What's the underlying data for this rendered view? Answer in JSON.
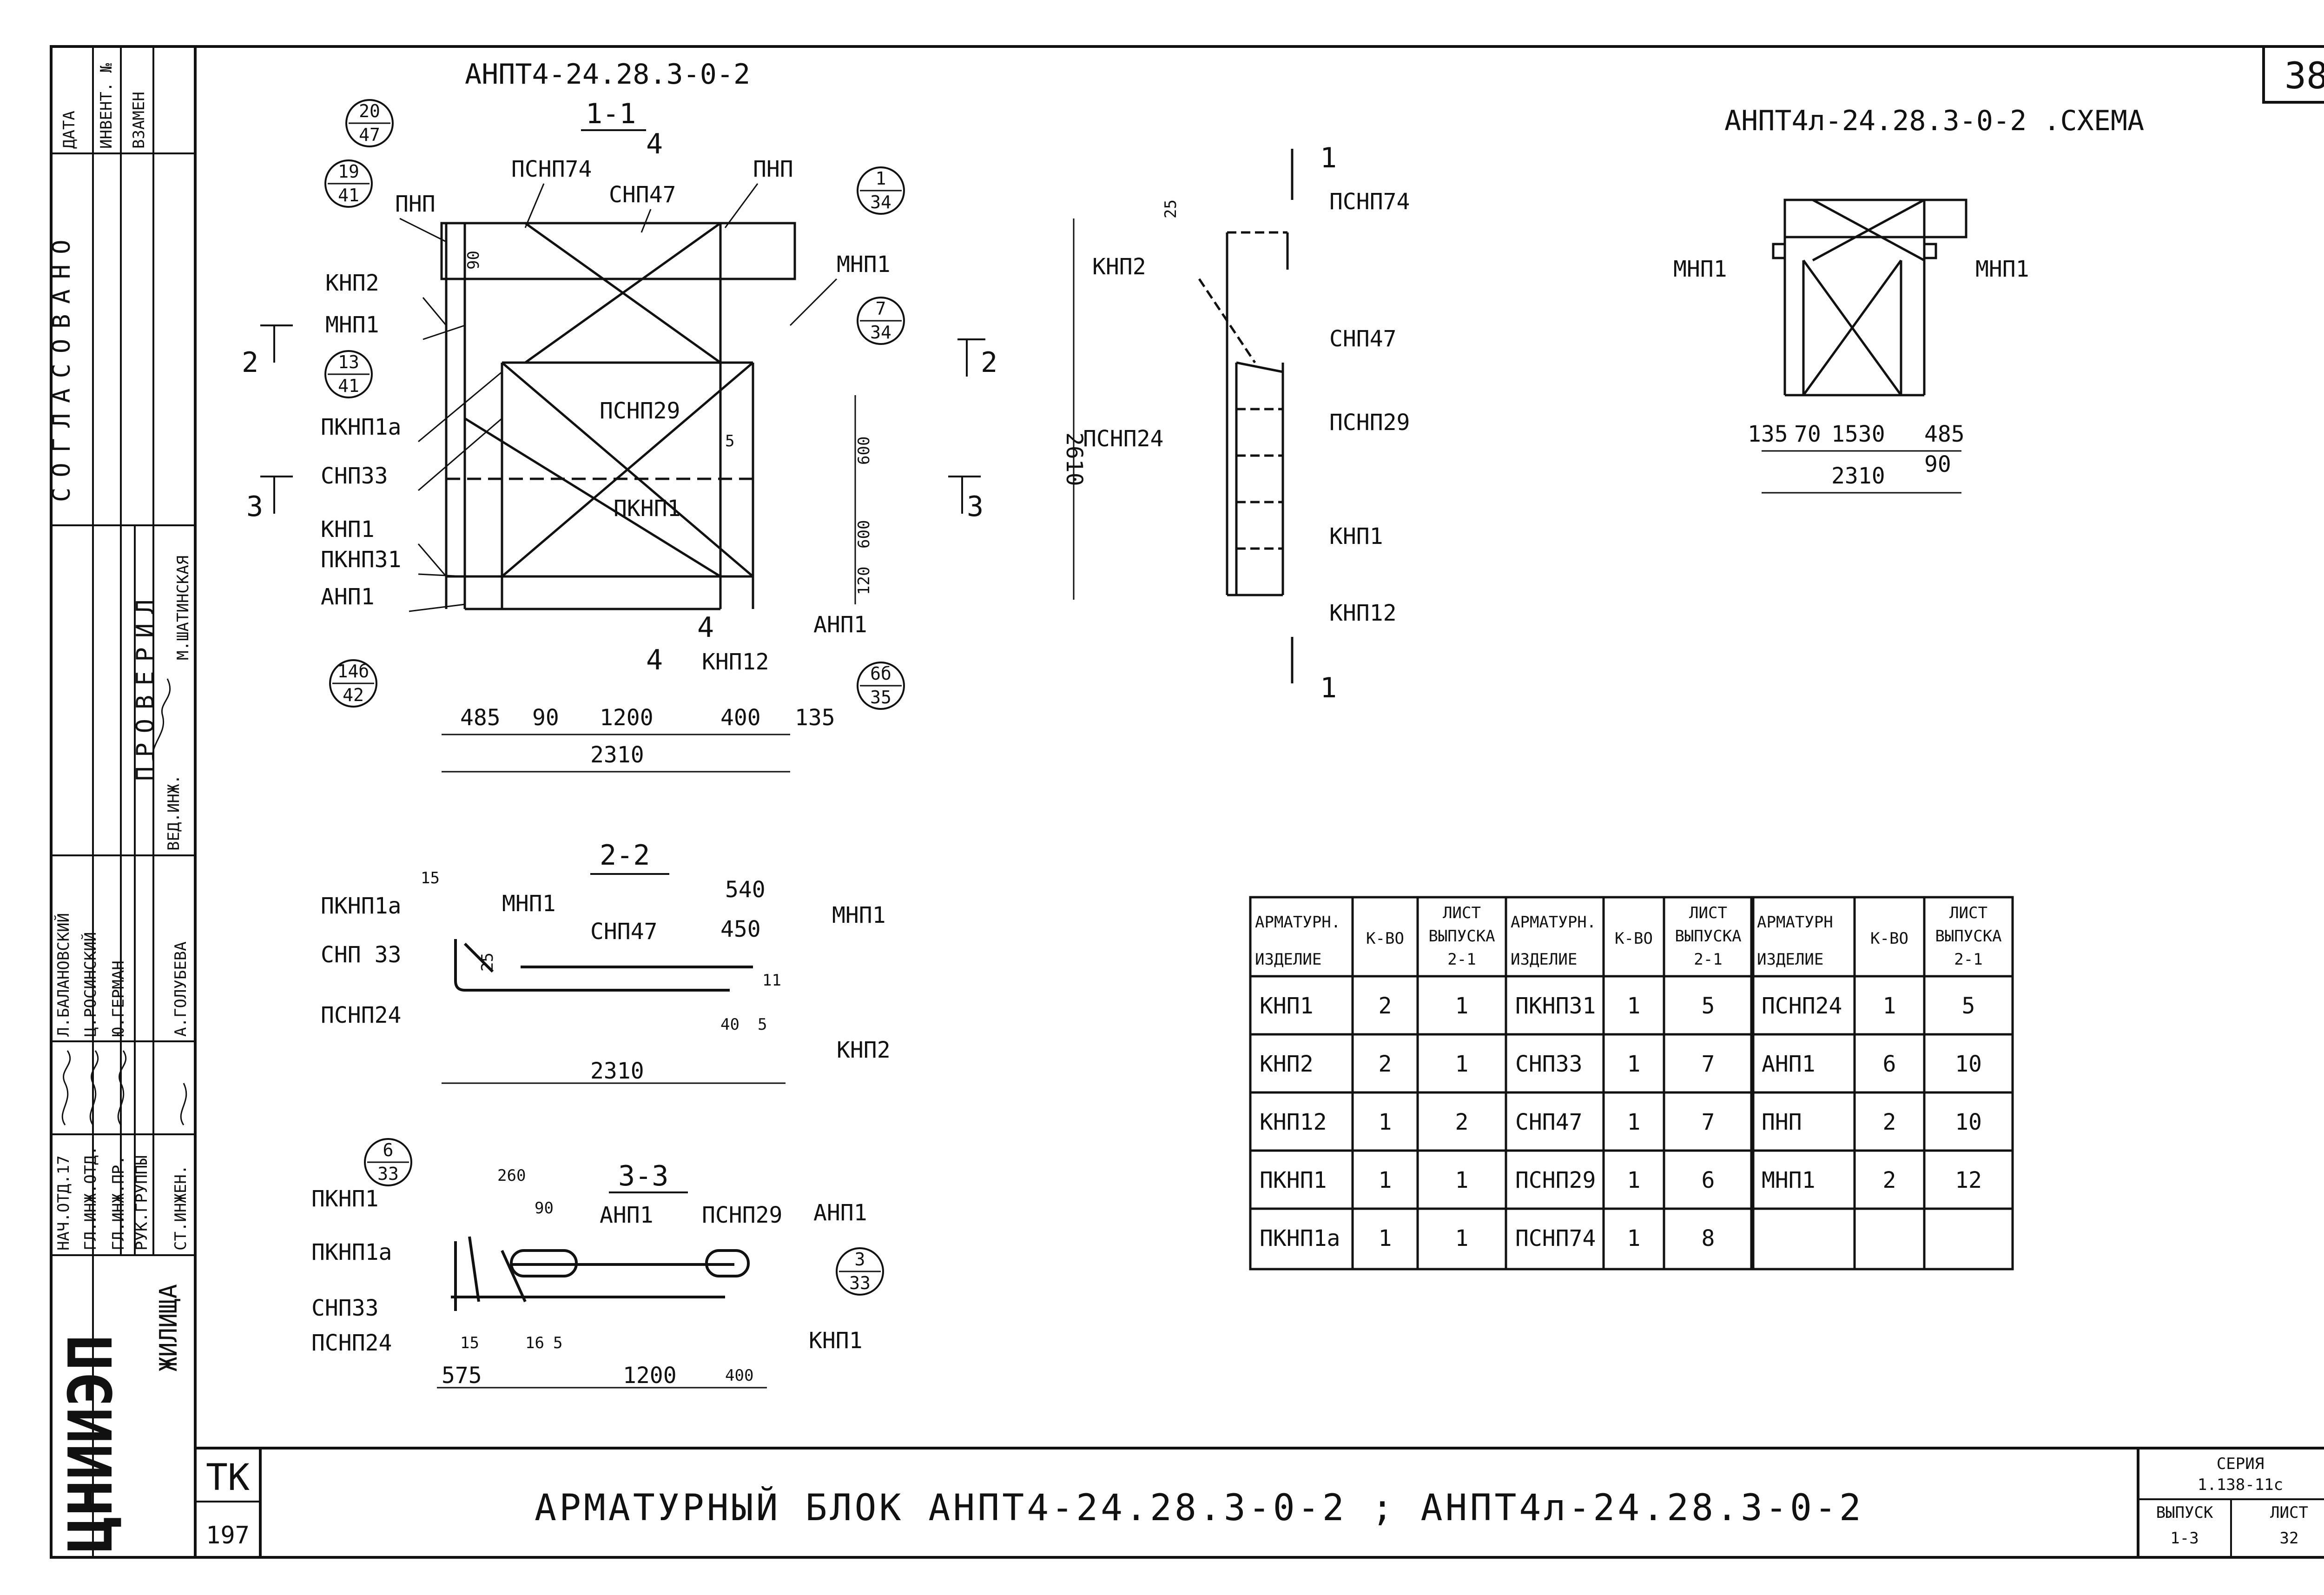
{
  "sheet_number": "38",
  "page_title": "АРМАТУРНЫЙ БЛОК АНПТ4-24.28.3-0-2 ; АНПТ4л-24.28.3-0-2",
  "section_1_1": {
    "mark": "АНПТ4-24.28.3-0-2",
    "title": "1-1",
    "cut_ref": "4",
    "labels": [
      "ПНП",
      "ПСНП74",
      "СНП47",
      "ПНП",
      "КНП2",
      "МНП1",
      "МНП1",
      "ПКНП1а",
      "СНП33",
      "ПСНП29",
      "КНП1",
      "ПКНП1",
      "ПКНП31",
      "АНП1",
      "КНП12",
      "АНП1"
    ],
    "circles": [
      [
        "20",
        "47"
      ],
      [
        "19",
        "41"
      ],
      [
        "13",
        "41"
      ],
      [
        "1",
        "34"
      ],
      [
        "7",
        "34"
      ],
      [
        "14б",
        "42"
      ],
      [
        "6б",
        "35"
      ]
    ],
    "cut_marks": [
      "2",
      "2",
      "3",
      "3",
      "4",
      "4"
    ],
    "dims_vertical": [
      "90",
      "5",
      "600",
      "600",
      "120"
    ],
    "dims_bottom": [
      "485",
      "90",
      "1200",
      "400",
      "135"
    ],
    "dim_total": "2310"
  },
  "side_view": {
    "labels": [
      "ПСНП74",
      "КНП2",
      "СНП47",
      "ПСНП24",
      "ПСНП29",
      "КНП1",
      "КНП12"
    ],
    "dim_top": "25",
    "dim_height": "2610",
    "cut_marks": [
      "1",
      "1"
    ]
  },
  "schema": {
    "title": "АНПТ4л-24.28.3-0-2 .СХЕМА",
    "labels": [
      "МНП1",
      "МНП1"
    ],
    "dims": [
      "135",
      "70",
      "1530",
      "485",
      "90"
    ],
    "dim_total": "2310"
  },
  "section_2_2": {
    "title": "2-2",
    "labels": [
      "ПКНП1а",
      "СНП 33",
      "ПСНП24",
      "МНП1",
      "СНП47",
      "МНП1",
      "КНП2"
    ],
    "dims": [
      "15",
      "25",
      "540",
      "450",
      "40",
      "5",
      "11"
    ],
    "dim_total": "2310"
  },
  "section_3_3": {
    "title": "3-3",
    "circle": [
      "6",
      "33"
    ],
    "circle_2": [
      "3",
      "33"
    ],
    "labels": [
      "ПКНП1",
      "ПКНП1а",
      "СНП33",
      "ПСНП24",
      "АНП1",
      "ПСНП29",
      "АНП1",
      "КНП1"
    ],
    "dims_top": [
      "260",
      "90"
    ],
    "dims_bottom": [
      "15",
      "16",
      "5",
      "575",
      "1200",
      "400"
    ]
  },
  "spec_table": {
    "headers": [
      [
        "АРМАТУРН.",
        "ИЗДЕЛИЕ"
      ],
      [
        "К-ВО"
      ],
      [
        "ЛИСТ",
        "ВЫПУСКА",
        "2-1"
      ],
      [
        "АРМАТУРН.",
        "ИЗДЕЛИЕ"
      ],
      [
        "К-ВО"
      ],
      [
        "ЛИСТ",
        "ВЫПУСКА",
        "2-1"
      ],
      [
        "АРМАТУРН",
        "ИЗДЕЛИЕ"
      ],
      [
        "К-ВО"
      ],
      [
        "ЛИСТ",
        "ВЫПУСКА",
        "2-1"
      ]
    ],
    "rows": [
      [
        "КНП1",
        "2",
        "1",
        "ПКНП31",
        "1",
        "5",
        "ПСНП24",
        "1",
        "5"
      ],
      [
        "КНП2",
        "2",
        "1",
        "СНП33",
        "1",
        "7",
        "АНП1",
        "6",
        "10"
      ],
      [
        "КНП12",
        "1",
        "2",
        "СНП47",
        "1",
        "7",
        "ПНП",
        "2",
        "10"
      ],
      [
        "ПКНП1",
        "1",
        "1",
        "ПСНП29",
        "1",
        "6",
        "МНП1",
        "2",
        "12"
      ],
      [
        "ПКНП1а",
        "1",
        "1",
        "ПСНП74",
        "1",
        "8",
        "",
        "",
        ""
      ]
    ]
  },
  "stamp": {
    "side_top": "СОГЛАСОВАНО",
    "col_data": "ДАТА",
    "col_inv": "ИНВЕНТ. №",
    "col_vzamen": "ВЗАМЕН",
    "proveril": "ПРОВЕРИЛ",
    "roles": [
      "НАЧ.ОТД.17",
      "ГЛ.ИНЖ.ОТД.",
      "ГЛ.ИНЖ.ПР.",
      "РУК.ГРУППЫ",
      "СТ.ИНЖЕН."
    ],
    "names": [
      "Л.БАЛАНОВСКИЙ",
      "Ц.РОСИНСКИЙ",
      "Ю.ГЕРМАН",
      "",
      "А.ГОЛУБЕВА"
    ],
    "check_role": "ВЕД.ИНЖ.",
    "check_name": "М.ШАТИНСКАЯ",
    "org_logo": "ЦНИИЭП",
    "org_name": "ЖИЛИЩА",
    "tk_code": "ТК",
    "tk_number": "197",
    "series_label": "СЕРИЯ",
    "series_value": "1.138-11с",
    "issue_label": "ВЫПУСК",
    "issue_value": "1-3",
    "sheet_label": "ЛИСТ",
    "sheet_value": "32"
  }
}
